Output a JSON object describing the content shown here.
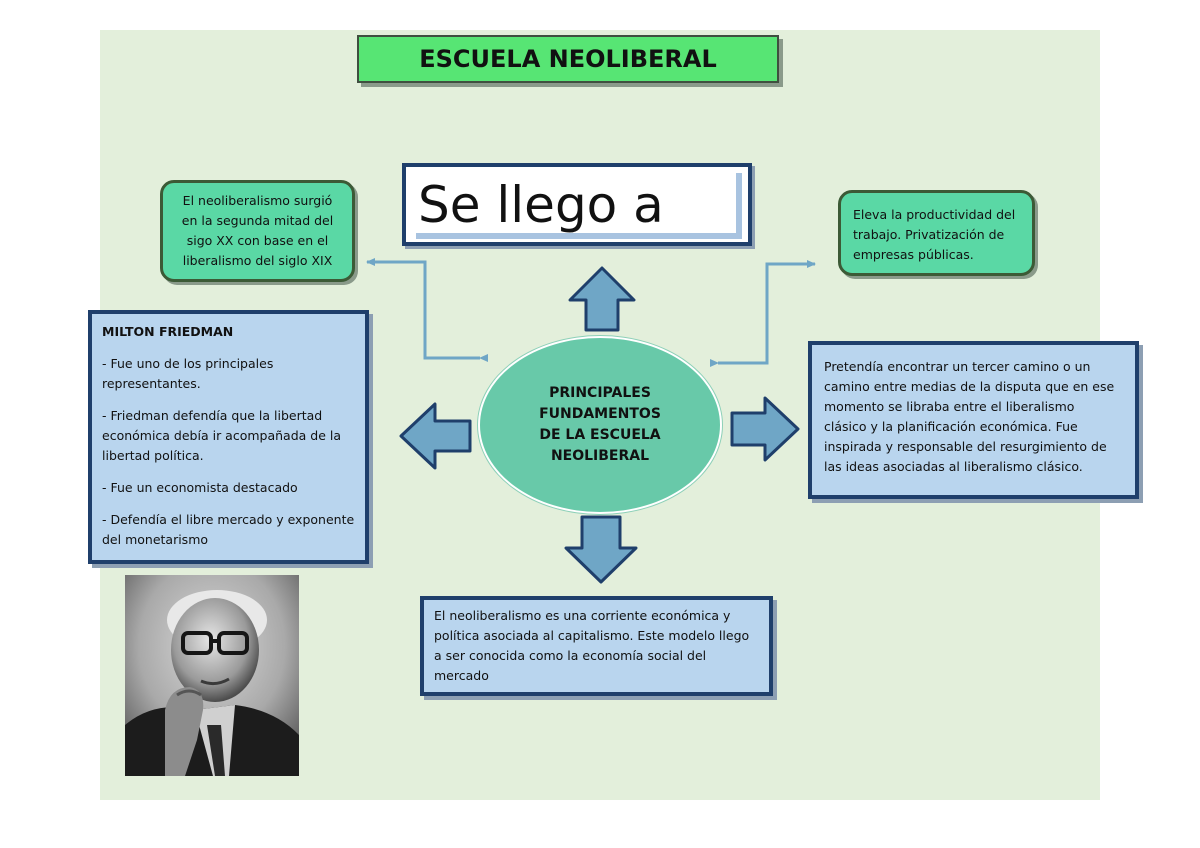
{
  "title": "ESCUELA NEOLIBERAL",
  "big_text": "Se llego a",
  "center": [
    "PRINCIPALES",
    "FUNDAMENTOS",
    "DE LA ESCUELA",
    "NEOLIBERAL"
  ],
  "origin_box": [
    "El neoliberalismo surgió",
    "en la segunda mitad del",
    "sigo XX con base en el",
    "liberalismo del siglo XIX"
  ],
  "productivity_box": [
    "Eleva la productividad del",
    "trabajo. Privatización de",
    "empresas públicas."
  ],
  "friedman_box": {
    "heading": "MILTON FRIEDMAN",
    "items": [
      [
        "- Fue uno de los principales",
        "representantes."
      ],
      [
        "- Friedman defendía que la libertad",
        "económica debía ir acompañada de la",
        "libertad política."
      ],
      [
        "- Fue un economista destacado"
      ],
      [
        "- Defendía el libre mercado y exponente",
        "del monetarismo"
      ]
    ]
  },
  "third_way_box": [
    "Pretendía encontrar un tercer camino o un",
    "camino  entre medias de la disputa que en ese",
    "momento se   libraba entre el liberalismo",
    "clásico y la planificación económica. Fue",
    "inspirada y responsable del resurgimiento de",
    "las ideas asociadas al liberalismo clásico."
  ],
  "definition_box": [
    "El neoliberalismo es una corriente económica y",
    "política asociada al capitalismo. Este modelo llego",
    "a ser conocida como la economía social del",
    "mercado"
  ],
  "colors": {
    "background": "#e3efdb",
    "title_fill": "#57e574",
    "green_box": "#5ad8a5",
    "blue_box": "#b9d5ee",
    "ellipse": "#68c9a9",
    "arrow_fill": "#6fa6c6",
    "arrow_stroke": "#1f3f6b",
    "connector": "#6fa6c6"
  }
}
